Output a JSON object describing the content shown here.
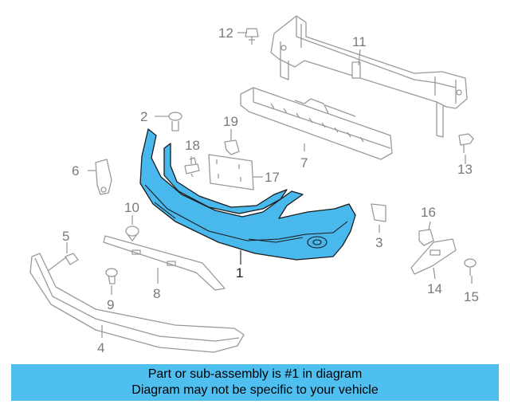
{
  "diagram": {
    "callouts": {
      "c1": "1",
      "c2": "2",
      "c3": "3",
      "c4": "4",
      "c5": "5",
      "c6": "6",
      "c7": "7",
      "c8": "8",
      "c9": "9",
      "c10": "10",
      "c11": "11",
      "c12": "12",
      "c13": "13",
      "c14": "14",
      "c15": "15",
      "c16": "16",
      "c17": "17",
      "c18": "18",
      "c19": "19"
    },
    "highlight_color": "#49b8ec"
  },
  "banner": {
    "line1": "Part or sub-assembly is #1 in diagram",
    "line2": "Diagram may not be specific to your vehicle",
    "color": "#4fbff0"
  }
}
